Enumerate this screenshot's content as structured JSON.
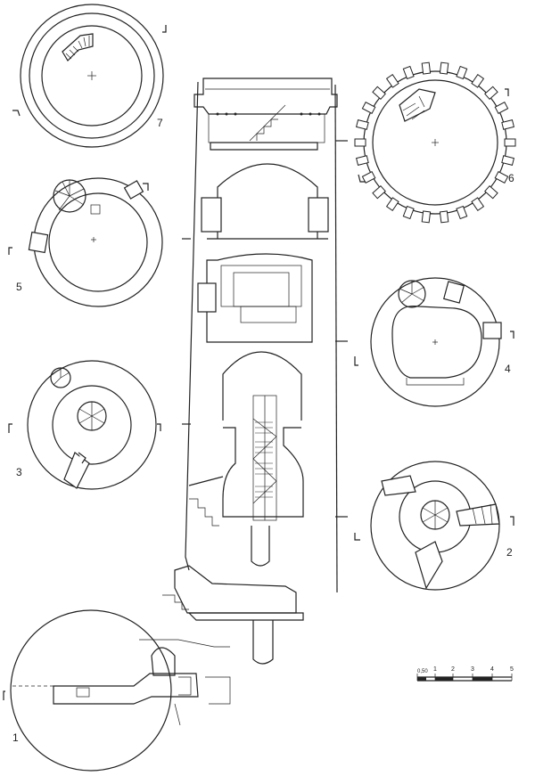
{
  "plans": [
    {
      "id": "plan-1",
      "label": "1"
    },
    {
      "id": "plan-2",
      "label": "2"
    },
    {
      "id": "plan-3",
      "label": "3"
    },
    {
      "id": "plan-4",
      "label": "4"
    },
    {
      "id": "plan-5",
      "label": "5"
    },
    {
      "id": "plan-6",
      "label": "6"
    },
    {
      "id": "plan-7",
      "label": "7"
    }
  ],
  "scale_bar": {
    "labels": [
      "0,50",
      "1",
      "2",
      "3",
      "4",
      "5"
    ]
  }
}
